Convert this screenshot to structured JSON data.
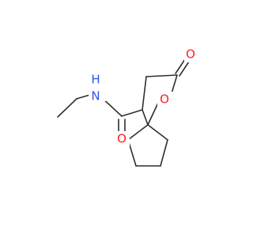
{
  "molecule": {
    "atom_labels": {
      "nh": "N",
      "h": "H",
      "ring_oxygen": "O",
      "lactone_carbonyl_oxygen": "O",
      "amide_carbonyl_oxygen": "O"
    },
    "colors": {
      "carbon_bond": "#2f2f2f",
      "oxygen": "#ff1f1f",
      "nitrogen": "#2f52e8",
      "background": "#ffffff"
    }
  }
}
